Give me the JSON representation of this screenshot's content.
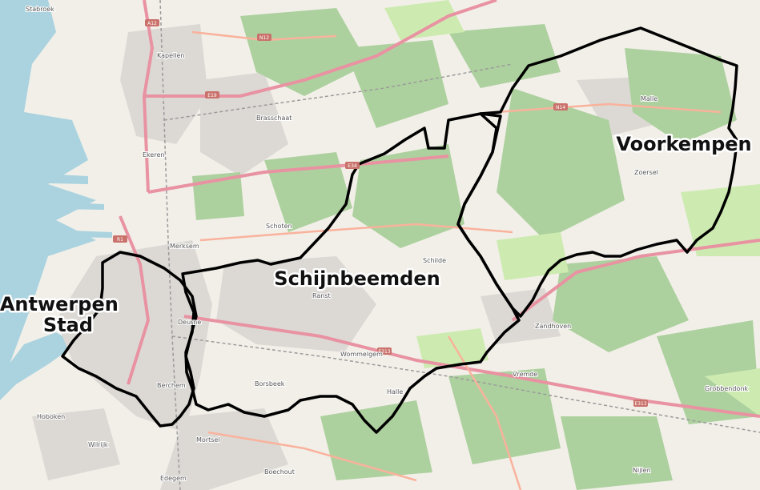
{
  "colors": {
    "land": "#f2efe9",
    "forest": "#add19e",
    "grass": "#cdebb0",
    "urban": "#dcd9d5",
    "water": "#aad3df",
    "motorway": "#e892a2",
    "trunk": "#f9b29c",
    "rail": "#9a9a9a",
    "boundary": "#000000"
  },
  "regions": [
    {
      "id": "antwerpen-stad",
      "lines": [
        "Antwerpen",
        "Stad"
      ]
    },
    {
      "id": "schijnbeemden",
      "lines": [
        "Schijnbeemden"
      ]
    },
    {
      "id": "voorkempen",
      "lines": [
        "Voorkempen"
      ]
    }
  ],
  "places": [
    "Stabroek",
    "Kapellen",
    "Ekeren",
    "Brasschaat",
    "Schoten",
    "Merksem",
    "Schilde",
    "Zoersel",
    "Malle",
    "Ranst",
    "Zandhoven",
    "Borsbeek",
    "Wommelgem",
    "Mortsel",
    "Hoboken",
    "Wilrijk",
    "Edegem",
    "Boechout",
    "Deurne",
    "Berchem",
    "Halle",
    "Grobbendonk",
    "Nijlen",
    "Vremde"
  ],
  "roads": [
    "R1",
    "E19",
    "E34",
    "E313",
    "A12",
    "N12",
    "N14",
    "E313"
  ]
}
